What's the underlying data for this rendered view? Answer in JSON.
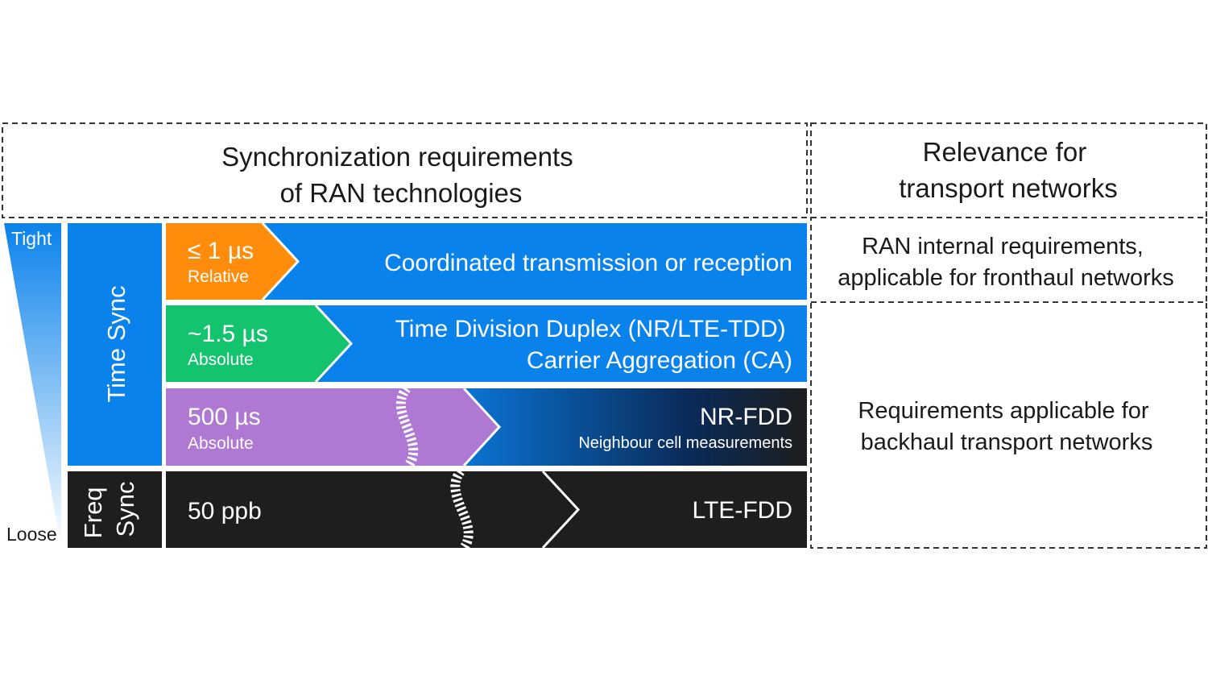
{
  "header": {
    "left_title": [
      "Synchronization requirements",
      "of RAN technologies"
    ],
    "right_title": [
      "Relevance for",
      "transport networks"
    ]
  },
  "scale": {
    "top": "Tight",
    "bottom": "Loose"
  },
  "groups": {
    "time": "Time Sync",
    "freq": [
      "Freq",
      "Sync"
    ]
  },
  "rows": [
    {
      "value": "≤ 1 µs",
      "type": "Relative",
      "desc": [
        "Coordinated transmission or reception"
      ],
      "value_color": "#ff8c0a",
      "bar_color": "#0a82eb"
    },
    {
      "value": "~1.5 µs",
      "type": "Absolute",
      "desc": [
        "Time Division Duplex (NR/LTE-TDD)",
        "Carrier Aggregation (CA)"
      ],
      "value_color": "#14c36e",
      "bar_color": "#0a82eb"
    },
    {
      "value": "500 µs",
      "type": "Absolute",
      "desc": [
        "NR-FDD"
      ],
      "subdesc": "Neighbour cell measurements",
      "value_color": "#af78d2",
      "bar_color": "#0a82eb"
    },
    {
      "value": "50 ppb",
      "type": "",
      "desc": [
        "LTE-FDD"
      ],
      "value_color": "#1e1e1e",
      "bar_color": "#1e1e1e"
    }
  ],
  "relevance": {
    "fronthaul": [
      "RAN internal requirements,",
      "applicable for fronthaul networks"
    ],
    "backhaul": [
      "Requirements applicable for",
      "backhaul transport networks"
    ]
  },
  "colors": {
    "blue": "#0a82eb",
    "black": "#1e1e1e",
    "border": "#333333"
  }
}
